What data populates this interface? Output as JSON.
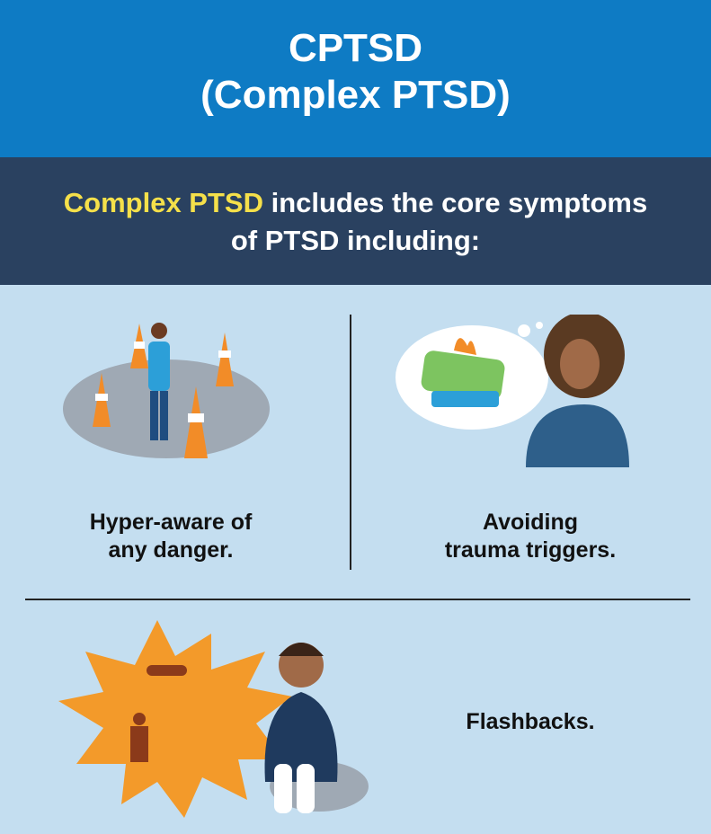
{
  "header": {
    "title_line1": "CPTSD",
    "title_line2": "(Complex PTSD)"
  },
  "subheader": {
    "highlight": "Complex PTSD",
    "text_line1": " includes the core symptoms",
    "text_line2": "of PTSD including:"
  },
  "symptoms": [
    {
      "line1": "Hyper-aware of",
      "line2": "any danger.",
      "icon": "person-surrounded-by-cones"
    },
    {
      "line1": "Avoiding",
      "line2": "trauma triggers.",
      "icon": "woman-thinking-of-car-crash"
    },
    {
      "line1": "Flashbacks.",
      "icon": "person-with-war-flashback"
    }
  ],
  "colors": {
    "header": "#0e7bc4",
    "subheader": "#2a4160",
    "body": "#c4def0",
    "highlight": "#f5e04a"
  }
}
